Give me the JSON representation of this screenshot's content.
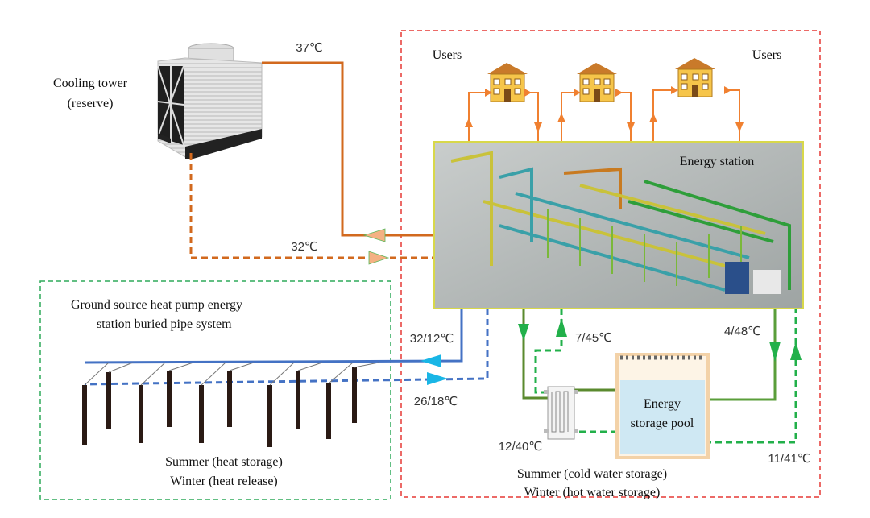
{
  "labels": {
    "cooling_tower_line1": "Cooling tower",
    "cooling_tower_line2": "(reserve)",
    "users_left": "Users",
    "users_right": "Users",
    "energy_station": "Energy station",
    "ground_source_line1": "Ground source heat pump energy",
    "ground_source_line2": "station buried pipe system",
    "ground_summer": "Summer (heat storage)",
    "ground_winter": "Winter (heat release)",
    "pool_line1": "Energy",
    "pool_line2": "storage pool",
    "pool_summer": "Summer (cold water storage)",
    "pool_winter": "Winter (hot water storage)"
  },
  "temperatures": {
    "tower_supply": "37℃",
    "tower_return": "32℃",
    "ground_supply": "32/12℃",
    "ground_return": "26/18℃",
    "station_out_left": "7/45℃",
    "station_out_right": "4/48℃",
    "hx_out": "12/40℃",
    "pool_out": "11/41℃"
  },
  "colors": {
    "orange_pipe": "#d2691e",
    "blue_pipe": "#4472c4",
    "green_pipe": "#22b04a",
    "dark_green_pipe": "#5a8a2e",
    "red_boundary": "#e53935",
    "green_boundary": "#2eaa5a",
    "station_border": "#d8d84a",
    "pool_water": "#cfe8f3",
    "arrow_cyan": "#19b6e6",
    "arrow_orange": "#f4b183"
  }
}
